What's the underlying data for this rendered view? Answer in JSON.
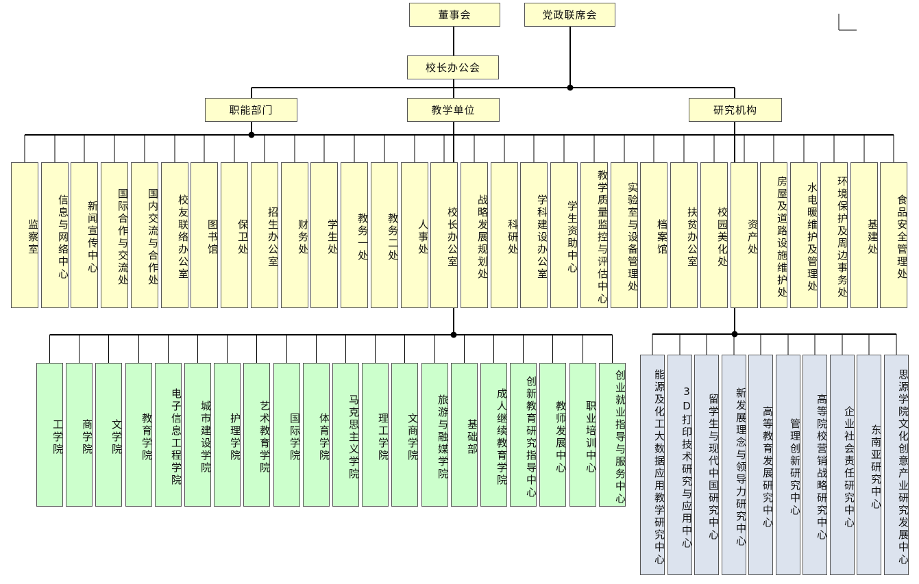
{
  "top": {
    "board": "董事会",
    "party": "党政联席会",
    "president": "校长办公会"
  },
  "branches": {
    "functional": "职能部门",
    "teaching": "教学单位",
    "research": "研究机构"
  },
  "functional_units": [
    "监察室",
    "信息与网络中心",
    "新闻宣传中心",
    "国际合作与交流处",
    "国内交流与合作处",
    "校友联络办公室",
    "图书馆",
    "保卫处",
    "招生办公室",
    "财务处",
    "学生处",
    "教务一处",
    "教务二处",
    "人事处",
    "校长办公室",
    "战略发展规划处",
    "科研处",
    "学科建设办公室",
    "学生资助中心",
    "教学质量监控与评估中心",
    "实验室与设备管理处",
    "档案馆",
    "扶贫办公室",
    "校园美化处",
    "资产处",
    "房屋及道路设施维护处",
    "水电暖维护及管理处",
    "环境保护及周边事务处",
    "基建处",
    "食品安全管理处"
  ],
  "teaching_units": [
    "工学院",
    "商学院",
    "文学院",
    "教育学院",
    "电子信息工程学院",
    "城市建设学院",
    "护理学院",
    "艺术教育学院",
    "国际学院",
    "体育学院",
    "马克思主义学院",
    "理工学院",
    "文商学院",
    "旅游与融媒学院",
    "基础部",
    "成人继续教育学院",
    "创新教育研究指导中心",
    "教师发展中心",
    "职业培训中心",
    "创业就业指导与服务中心"
  ],
  "research_units": [
    "能源及化工大数据应用教学研究中心",
    "3D打印技术研究与应用中心",
    "留学生与现代中国研究中心",
    "新发展理念与领导力研究中心",
    "高等教育发展研究中心",
    "管理创新研究中心",
    "高等院校营销战略研究中心",
    "企业社会责任研究中心",
    "东南亚研究中心",
    "思源学院文化创意产业研究发展中心"
  ],
  "colors": {
    "functional": "#ffffcc",
    "teaching": "#ccffcc",
    "research": "#dce3ee",
    "line": "#000000"
  }
}
